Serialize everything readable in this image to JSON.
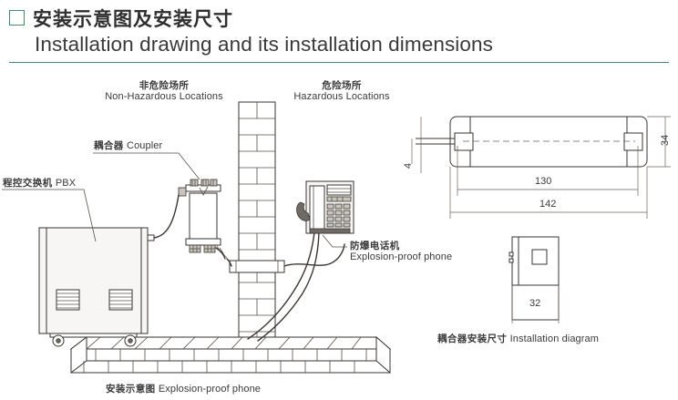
{
  "header": {
    "bullet_icon": "square-outline-icon",
    "title_cn": "安装示意图及安装尺寸",
    "title_en": "Installation drawing and its installation dimensions",
    "accent_color": "#3f8f6d",
    "text_color": "#3a3a3a"
  },
  "diagram": {
    "zone_left": {
      "cn": "非危险场所",
      "en": "Non-Hazardous Locations"
    },
    "zone_right": {
      "cn": "危险场所",
      "en": "Hazardous Locations"
    },
    "coupler": {
      "cn": "耦合器",
      "en": "Coupler"
    },
    "pbx": {
      "cn": "程控交换机",
      "en": "PBX"
    },
    "phone": {
      "cn": "防爆电话机",
      "en": "Explosion-proof phone"
    },
    "caption": {
      "cn": "安装示意图",
      "en": "Explosion-proof phone"
    }
  },
  "dimensions": {
    "length_outer": "142",
    "length_inner": "130",
    "height": "34",
    "lead": "4",
    "box_width": "32",
    "caption": {
      "cn": "耦合器安装尺寸",
      "en": "Installation diagram"
    }
  }
}
